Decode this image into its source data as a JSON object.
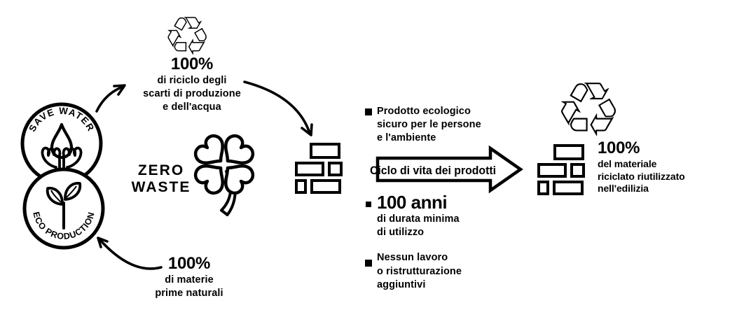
{
  "colors": {
    "ink": "#000000",
    "background": "#ffffff"
  },
  "badge": {
    "top_label": "SAVE WATER",
    "bottom_label": "ECO PRODUCTION"
  },
  "cycle": {
    "top_stat": {
      "value": "100%",
      "line1": "di riciclo degli",
      "line2": "scarti di produzione",
      "line3": "e dell'acqua"
    },
    "bottom_stat": {
      "value": "100%",
      "line1": "di materie",
      "line2": "prime naturali"
    }
  },
  "zero_waste": {
    "word1": "ZERO",
    "word2": "WASTE"
  },
  "lifecycle_arrow": {
    "label": "Ciclo di vita dei prodotti"
  },
  "benefits": [
    {
      "line1": "Prodotto ecologico",
      "line2": "sicuro per le persone",
      "line3": "e l'ambiente"
    },
    {
      "value": "100 anni",
      "line1": "di durata minima",
      "line2": "di utilizzo"
    },
    {
      "line1": "Nessun lavoro",
      "line2": "o ristrutturazione",
      "line3": "aggiuntivi"
    }
  ],
  "result_stat": {
    "value": "100%",
    "line1": "del materiale",
    "line2": "riciclato riutilizzato",
    "line3": "nell'edilizia"
  },
  "icons": {
    "recycle_glyph": "♲",
    "recycle": "recycle-icon",
    "clover": "four-leaf-clover-icon",
    "bricks": "bricks-icon",
    "save_water": "hands-holding-water-drop-icon",
    "eco_production": "plant-sprout-icon"
  }
}
